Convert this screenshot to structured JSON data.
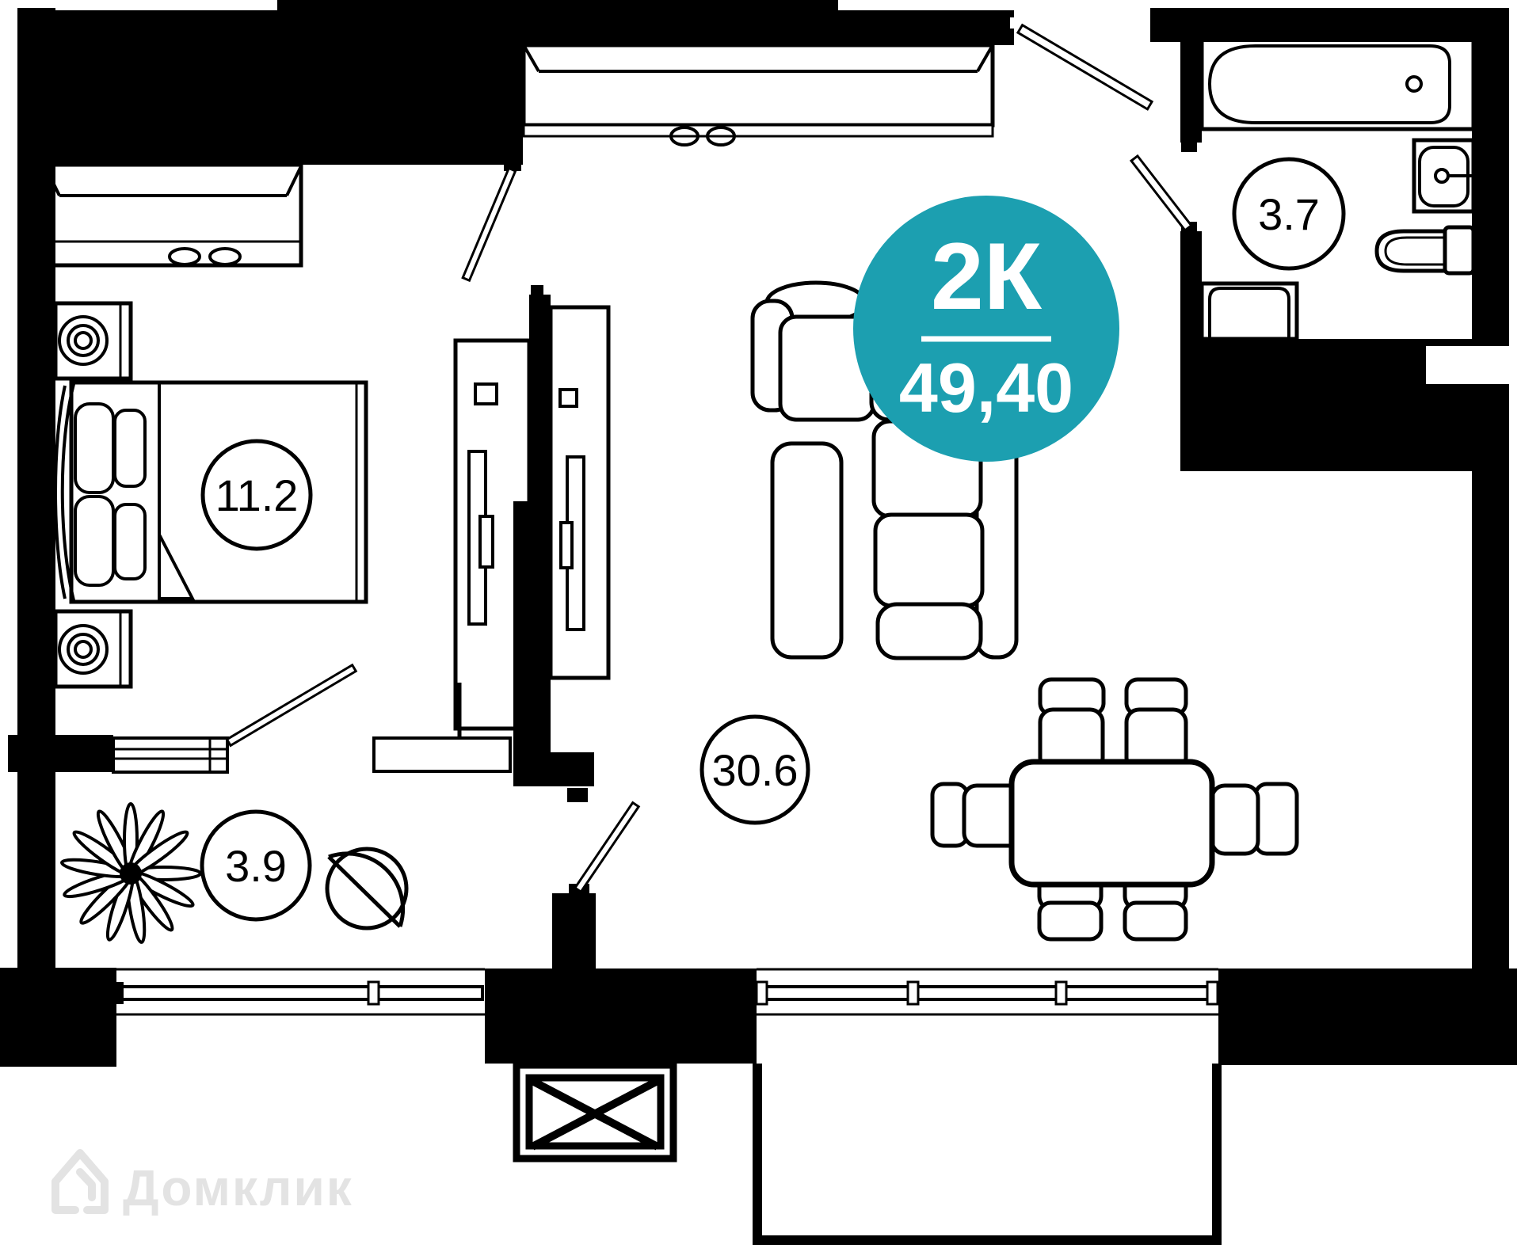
{
  "badge": {
    "rooms_label": "2К",
    "area_value": "49,40",
    "circle_color": "#1C9FB0",
    "text_color": "#FFFFFF"
  },
  "room_labels": [
    {
      "room": "bedroom",
      "area": "11.2"
    },
    {
      "room": "bathroom",
      "area": "3.7"
    },
    {
      "room": "living-room",
      "area": "30.6"
    },
    {
      "room": "hallway",
      "area": "3.9"
    }
  ],
  "watermark": {
    "text": "Домклик",
    "color": "#E3E3E3"
  },
  "colors": {
    "walls": "#000000",
    "background": "#FFFFFF",
    "lines": "#000000"
  }
}
